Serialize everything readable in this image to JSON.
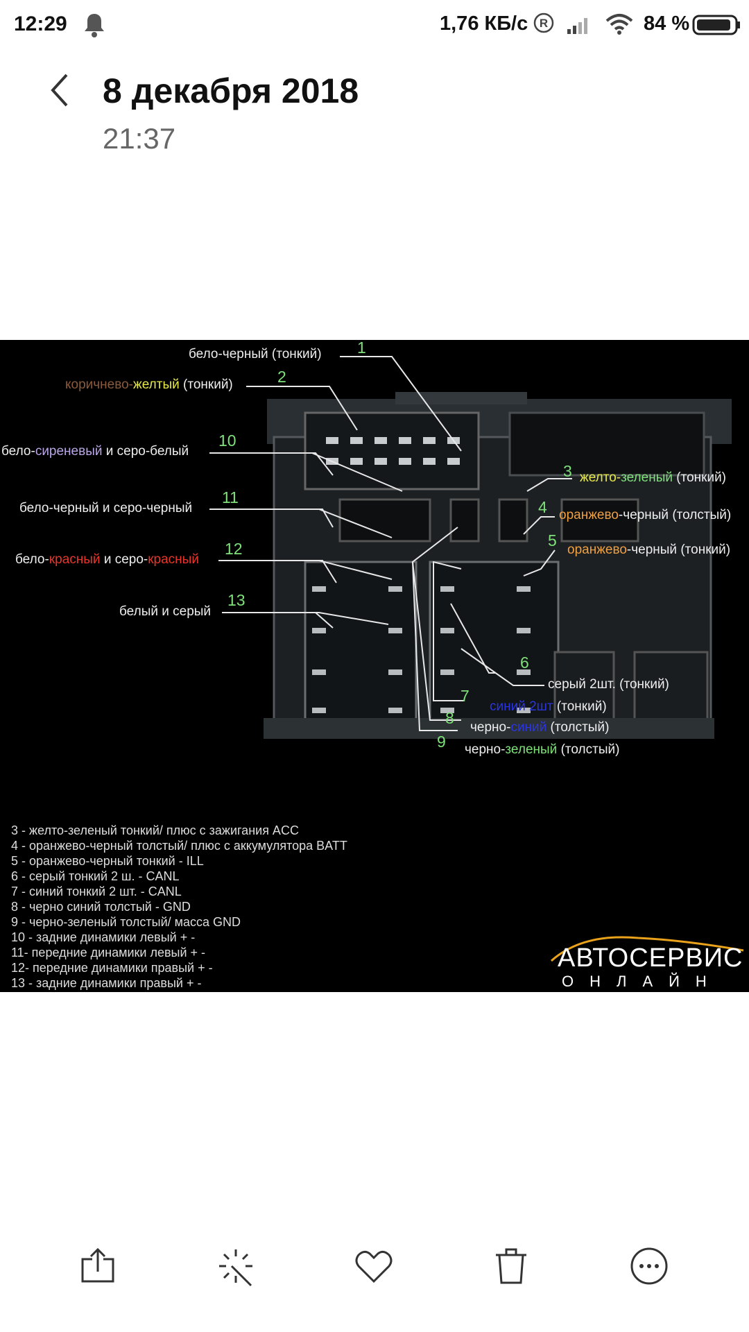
{
  "status_bar": {
    "time": "12:29",
    "net_speed": "1,76 КБ/с",
    "battery": "84 %",
    "icons": [
      "notification-bell-icon",
      "registered-icon",
      "signal-icon",
      "wifi-icon",
      "battery-icon"
    ]
  },
  "header": {
    "date": "8 декабря 2018",
    "time": "21:37"
  },
  "photo": {
    "wire_labels": {
      "l1": "бело-черный (тонкий)",
      "l2a": "коричнево-",
      "l2b": "желтый",
      "l2c": "(тонкий)",
      "l10a": "бело-",
      "l10b": "сиреневый",
      "l10c": "и серо-белый",
      "l11": "бело-черный и серо-черный",
      "l12a": "бело-",
      "l12b": "красный",
      "l12c": "и серо-",
      "l12d": "красный",
      "l13": "белый и серый",
      "l3a": "желто-",
      "l3b": "зеленый",
      "l3c": "(тонкий)",
      "l4a": "оранжево",
      "l4b": "-черный (толстый)",
      "l5a": "оранжево",
      "l5b": "-черный (тонкий)",
      "l6": "серый 2шт. (тонкий)",
      "l7a": "синий 2шт",
      "l7b": "(тонкий)",
      "l8a": "черно-",
      "l8b": "синий",
      "l8c": "(толстый)",
      "l9a": "черно-",
      "l9b": "зеленый",
      "l9c": "(толстый)"
    },
    "numbers": [
      "1",
      "2",
      "3",
      "4",
      "5",
      "6",
      "7",
      "8",
      "9",
      "10",
      "11",
      "12",
      "13"
    ],
    "legend": [
      "3 - желто-зеленый тонкий/ плюс с зажигания ACC",
      "4 - оранжево-черный толстый/ плюс с аккумулятора BATT",
      "5 - оранжево-черный тонкий - ILL",
      "6 - серый тонкий 2 ш. - CANL",
      "7 - синий тонкий 2 шт. - CANL",
      "8 - черно синий толстый - GND",
      "9 - черно-зеленый толстый/ масса GND",
      "10 - задние динамики левый + -",
      "11- передние динамики левый + -",
      "12- передние динамики правый + -",
      "13 - задние динамики правый  + -"
    ],
    "brand_line1": "АВТОСЕРВИС",
    "brand_line2": "ОНЛАЙН",
    "colors": {
      "green": "#7fe07a",
      "lilac": "#b9a6e8",
      "red": "#e8342a",
      "yellow": "#e6e84a",
      "orange": "#f0a040",
      "blue": "#2a35e0",
      "brown": "#8a5a3a"
    }
  },
  "toolbar": {
    "items": [
      "share-icon",
      "magic-edit-icon",
      "favorite-icon",
      "delete-icon",
      "more-icon"
    ]
  }
}
